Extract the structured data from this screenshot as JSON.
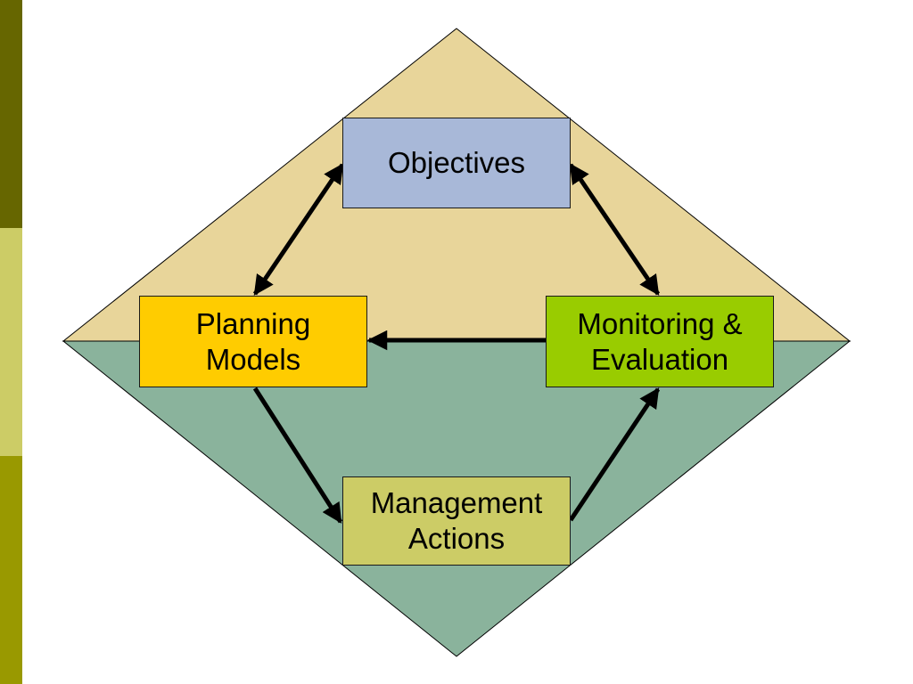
{
  "colors": {
    "bar_top": "#666600",
    "bar_middle": "#cccc66",
    "bar_bottom": "#999900",
    "upper_region": "#e8d59a",
    "lower_region": "#8ab39c",
    "objectives_box": "#a8b8d8",
    "planning_box": "#ffcc00",
    "monitoring_box": "#99cc00",
    "management_box": "#cccc66",
    "arrow": "#000000"
  },
  "diagram": {
    "nodes": {
      "objectives": {
        "label": "Objectives"
      },
      "planning": {
        "label": "Planning\nModels"
      },
      "monitoring": {
        "label": "Monitoring &\nEvaluation"
      },
      "management": {
        "label": "Management\nActions"
      }
    },
    "edges": [
      {
        "from": "objectives",
        "to": "planning",
        "direction": "both"
      },
      {
        "from": "objectives",
        "to": "monitoring",
        "direction": "both"
      },
      {
        "from": "monitoring",
        "to": "planning",
        "direction": "forward"
      },
      {
        "from": "planning",
        "to": "management",
        "direction": "forward"
      },
      {
        "from": "management",
        "to": "monitoring",
        "direction": "forward"
      }
    ]
  }
}
